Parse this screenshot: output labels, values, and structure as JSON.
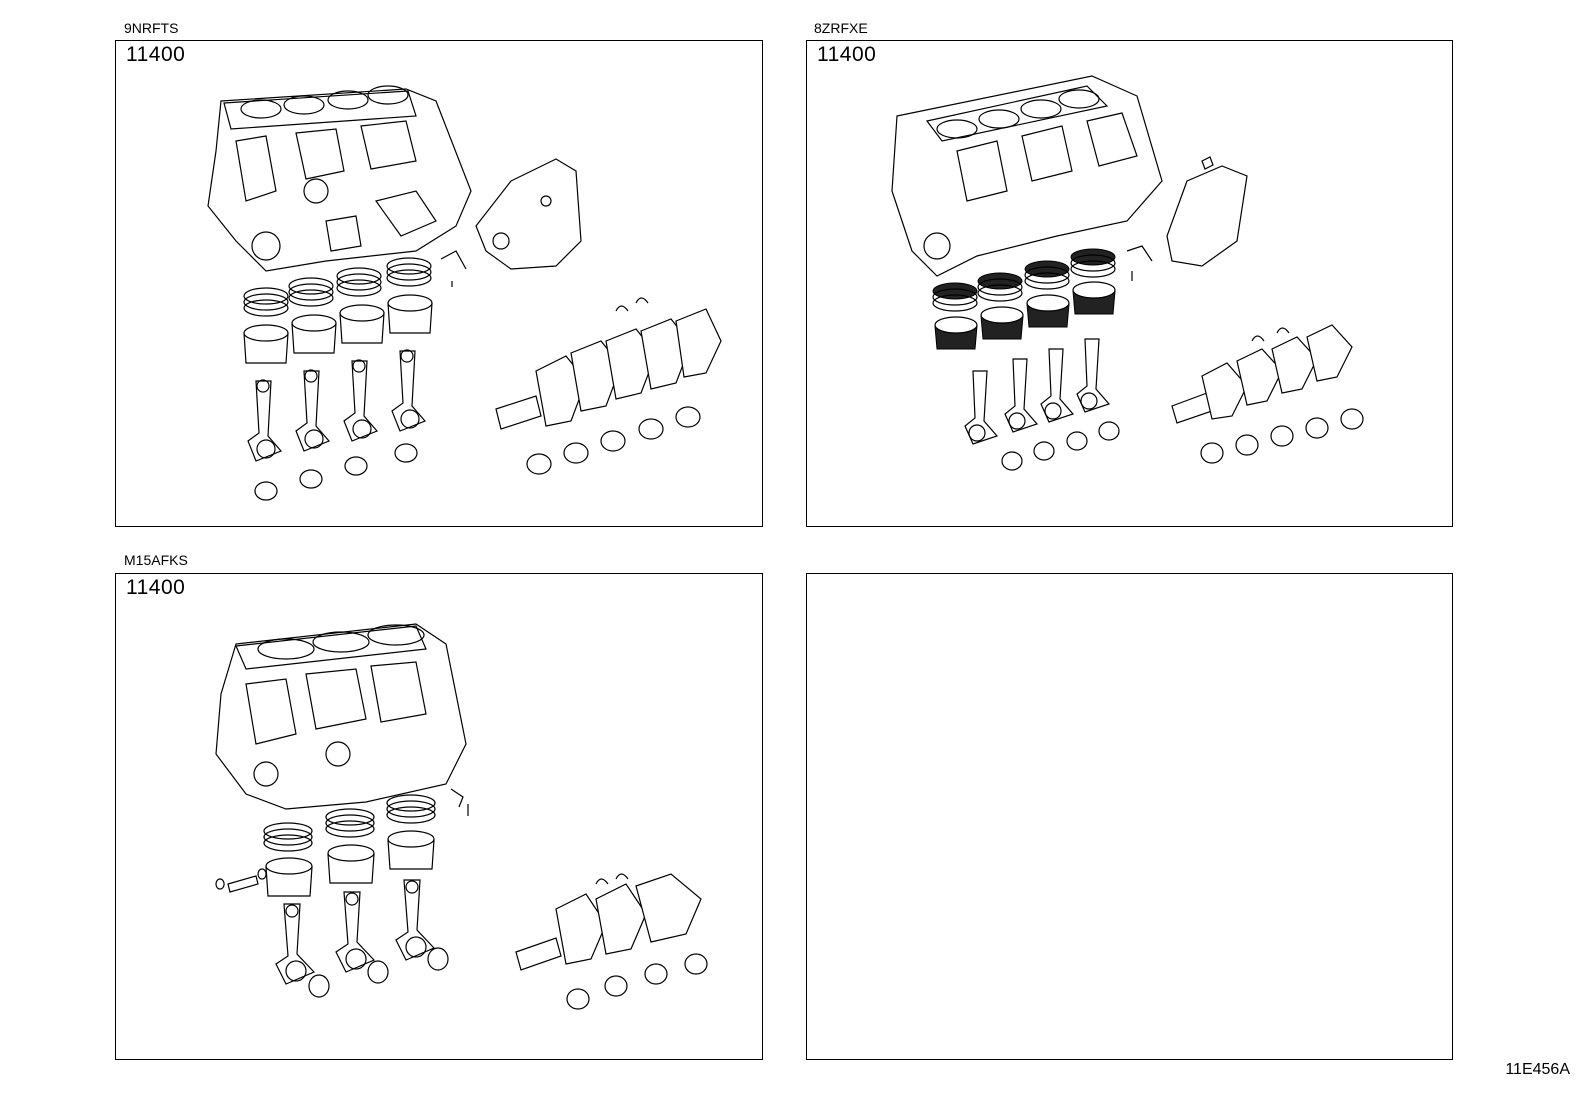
{
  "panels": [
    {
      "engine_code": "9NRFTS",
      "part_number": "11400"
    },
    {
      "engine_code": "8ZRFXE",
      "part_number": "11400"
    },
    {
      "engine_code": "M15AFKS",
      "part_number": "11400"
    },
    {
      "engine_code": "",
      "part_number": ""
    }
  ],
  "figure_code": "11E456A",
  "illustration_icons": [
    "cylinder-block-icon",
    "piston-ring-set-icon",
    "piston-icon",
    "connecting-rod-icon",
    "bearing-icon",
    "crankshaft-icon",
    "thrust-washer-icon",
    "oil-pump-cover-icon"
  ]
}
